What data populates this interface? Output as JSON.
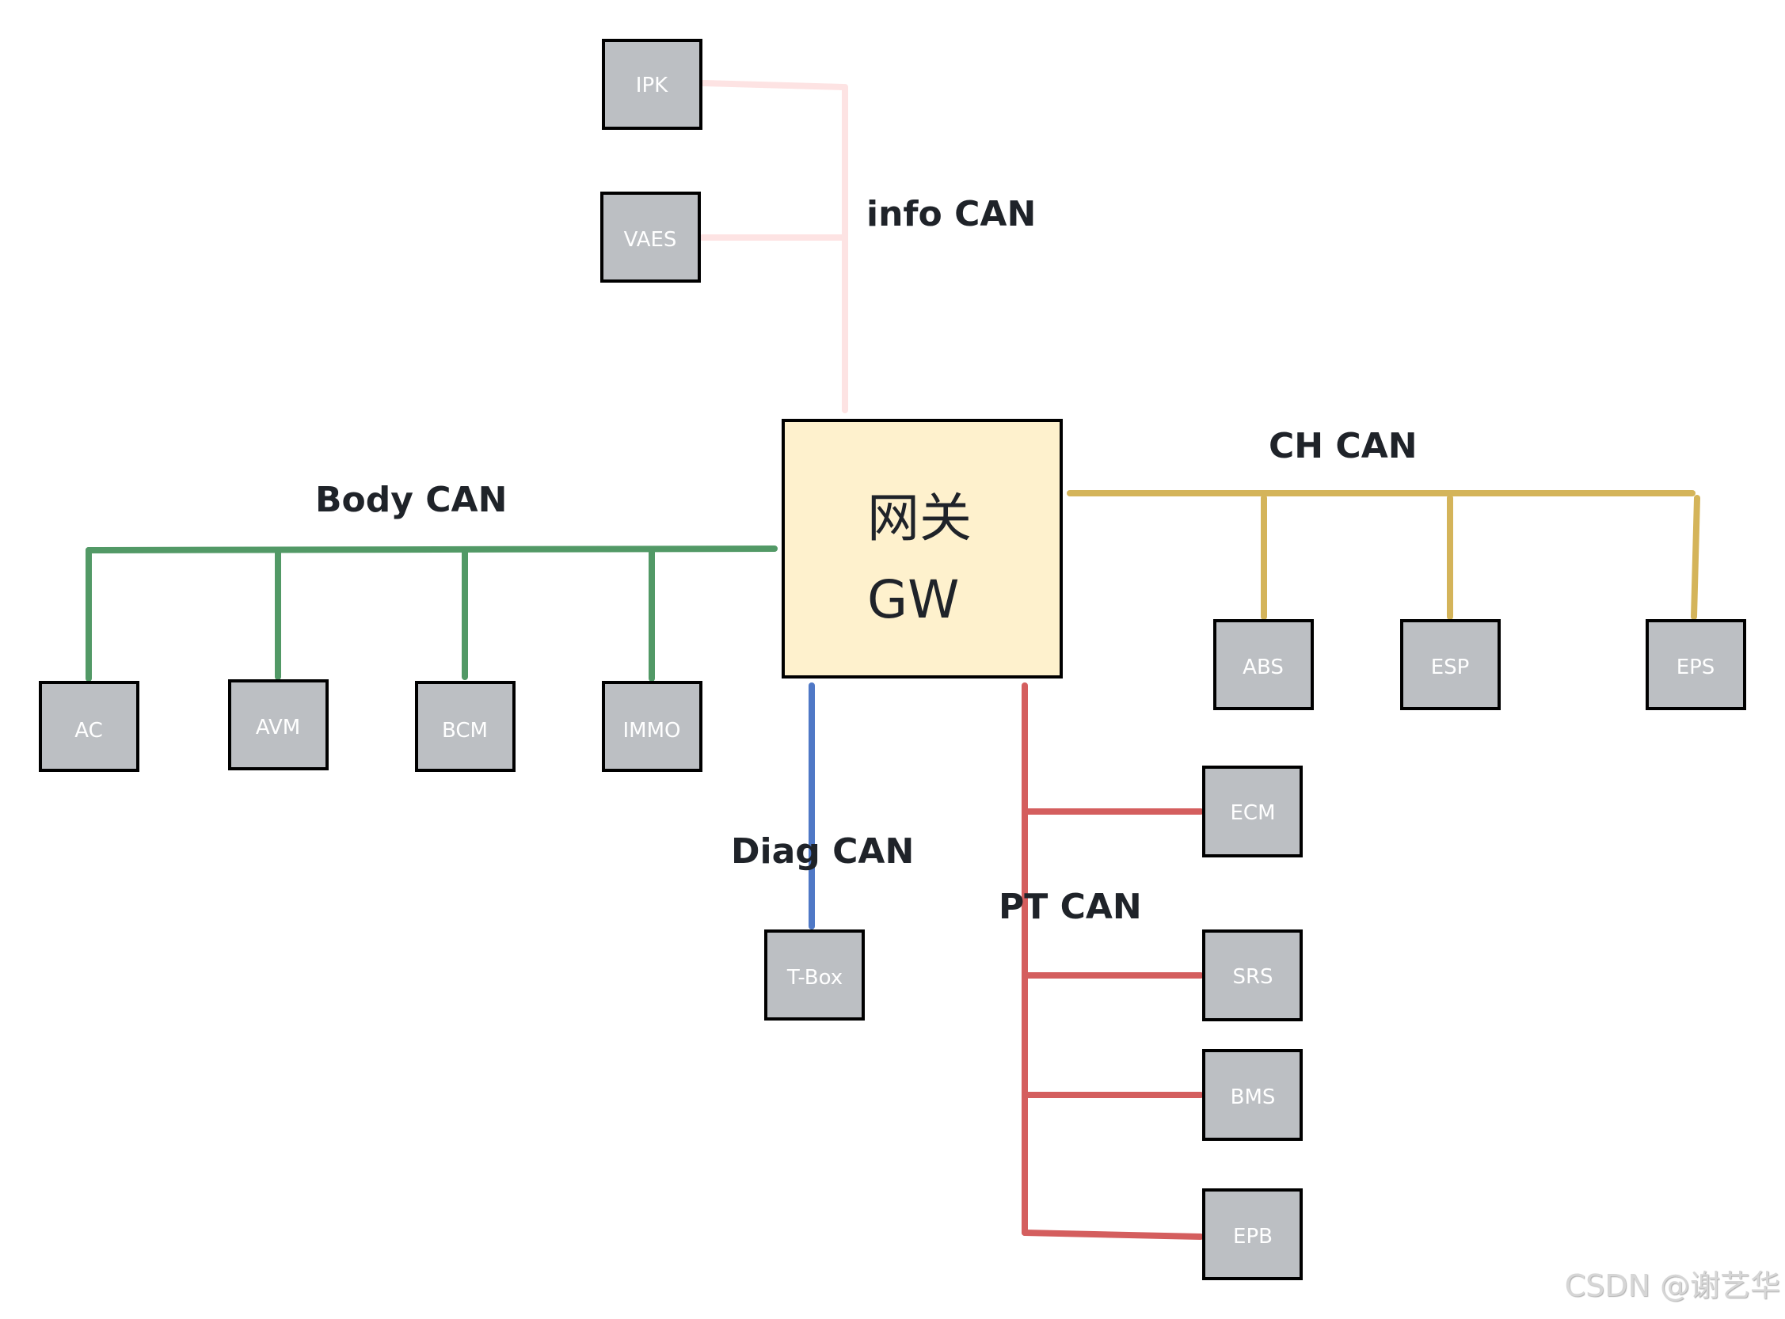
{
  "gateway": {
    "label_cn": "网关",
    "label_en": "GW",
    "fill_color": "#fef1cd"
  },
  "buses": [
    {
      "id": "info",
      "label": "info CAN",
      "color": "#fde3e3",
      "nodes": [
        "IPK",
        "VAES"
      ]
    },
    {
      "id": "body",
      "label": "Body CAN",
      "color": "#529966",
      "nodes": [
        "AC",
        "AVM",
        "BCM",
        "IMMO"
      ]
    },
    {
      "id": "ch",
      "label": "CH CAN",
      "color": "#d4b45a",
      "nodes": [
        "ABS",
        "ESP",
        "EPS"
      ]
    },
    {
      "id": "diag",
      "label": "Diag CAN",
      "color": "#4f78c6",
      "nodes": [
        "T-Box"
      ]
    },
    {
      "id": "pt",
      "label": "PT CAN",
      "color": "#d45e5e",
      "nodes": [
        "ECM",
        "SRS",
        "BMS",
        "EPB"
      ]
    }
  ],
  "ecus": {
    "IPK": "IPK",
    "VAES": "VAES",
    "AC": "AC",
    "AVM": "AVM",
    "BCM": "BCM",
    "IMMO": "IMMO",
    "ABS": "ABS",
    "ESP": "ESP",
    "EPS": "EPS",
    "TBOX": "T-Box",
    "ECM": "ECM",
    "SRS": "SRS",
    "BMS": "BMS",
    "EPB": "EPB"
  },
  "ecu_fill_color": "#bcbfc3",
  "watermark": "CSDN @谢艺华"
}
